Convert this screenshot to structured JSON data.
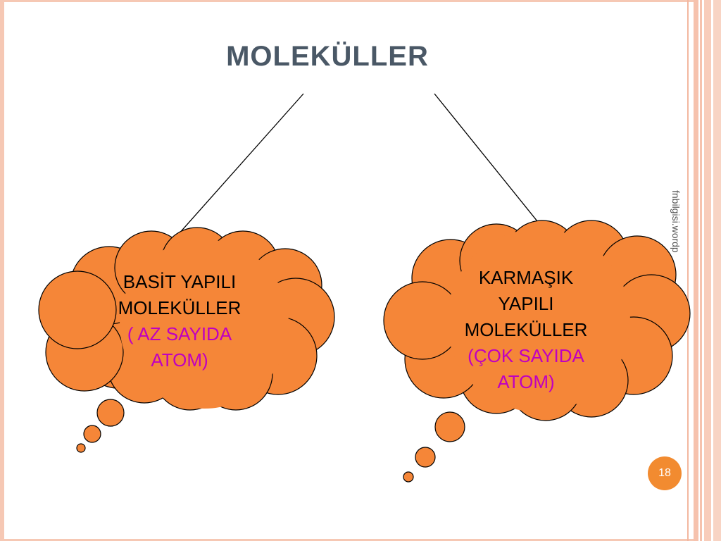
{
  "slide": {
    "title": "MOLEKÜLLER",
    "page_number": "18",
    "watermark": "fnbilgisi.wordp"
  },
  "left_cloud": {
    "line1": "BASİT YAPILI",
    "line2": "MOLEKÜLLER",
    "line3": "( AZ SAYIDA",
    "line4": "ATOM)"
  },
  "right_cloud": {
    "line1": "KARMAŞIK",
    "line2": "YAPILI",
    "line3": "MOLEKÜLLER",
    "line4": "(ÇOK SAYIDA",
    "line5": "ATOM)"
  },
  "colors": {
    "cloud_fill": "#f58638",
    "title": "#4a5866",
    "highlight": "#c000c0",
    "frame": "#f6c8b4"
  }
}
